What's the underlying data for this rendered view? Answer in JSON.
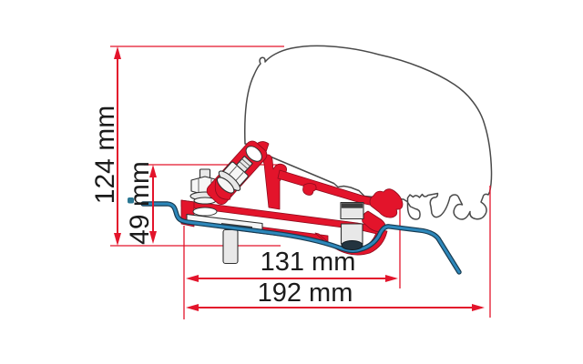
{
  "diagram": {
    "type": "technical-dimension-drawing",
    "subject": "Awning adapter bracket mounted on van roof profile (side section view)",
    "dimensions": {
      "overall_height": "124 mm",
      "bracket_height": "49 mm",
      "bracket_width": "131 mm",
      "overall_width": "192 mm"
    },
    "colors": {
      "dimension_red": "#e3142b",
      "bracket_red": "#e3142b",
      "bracket_outline": "#8e0b1d",
      "roof_sheet_blue": "#2d87ba",
      "roof_sheet_outline": "#173a50",
      "van_outline_gray": "#4a4a4a",
      "label_text": "#1b1b1b",
      "background": "#ffffff",
      "hardware_gray": "#e8e8e8",
      "hardware_outline": "#2f2f2f"
    }
  }
}
